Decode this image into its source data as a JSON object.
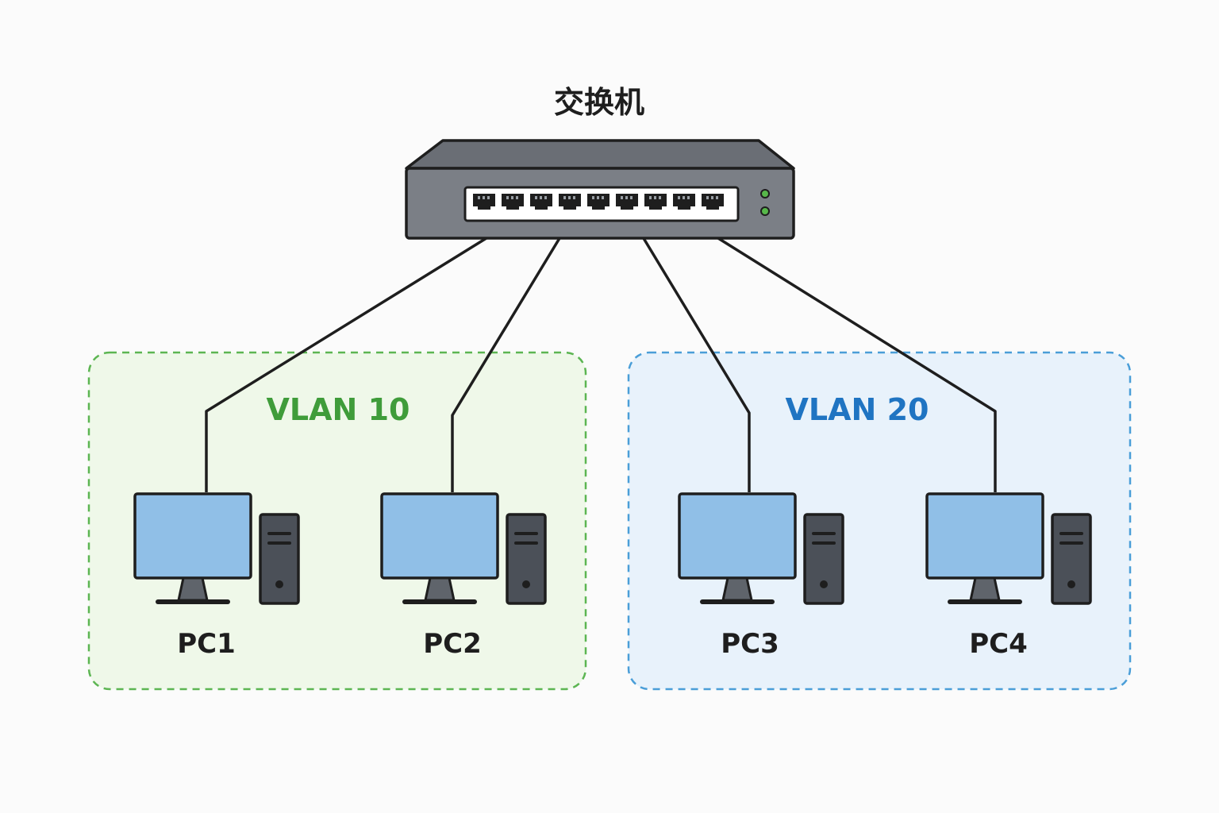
{
  "switch": {
    "title": "交换机",
    "port_count": 9,
    "led_color": "#57b84a"
  },
  "vlans": [
    {
      "label": "VLAN 10",
      "color": "#3f9c3a",
      "border": "#5cb552",
      "fill": "#eff8e9",
      "pcs": [
        "PC1",
        "PC2"
      ]
    },
    {
      "label": "VLAN 20",
      "color": "#1f74c2",
      "border": "#4a9ed8",
      "fill": "#e8f2fb",
      "pcs": [
        "PC3",
        "PC4"
      ]
    }
  ],
  "colors": {
    "switch_body": "#7b7f86",
    "switch_top": "#6a6e75",
    "monitor_screen": "#90bfe7",
    "monitor_stand": "#5f646b",
    "tower": "#4b5058",
    "cable": "#1e1e1e"
  }
}
